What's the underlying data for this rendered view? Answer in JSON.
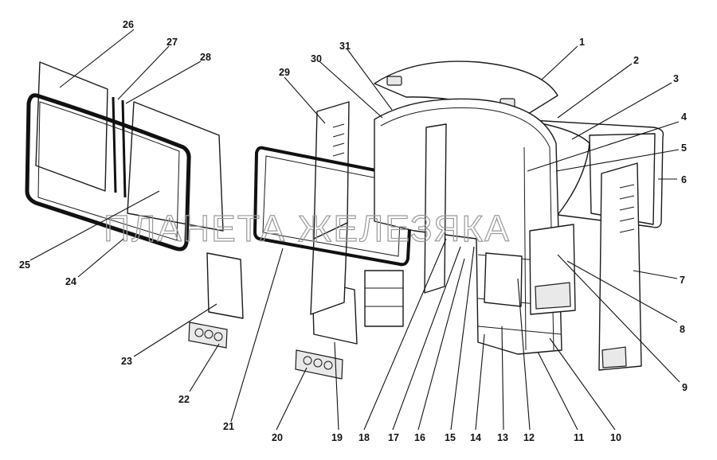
{
  "watermark": "ПЛАНЕТА ЖЕЛЕЗЯКА",
  "callouts": [
    "1",
    "2",
    "3",
    "4",
    "5",
    "6",
    "7",
    "8",
    "9",
    "10",
    "11",
    "12",
    "13",
    "14",
    "15",
    "16",
    "17",
    "18",
    "19",
    "20",
    "21",
    "22",
    "23",
    "24",
    "25",
    "26",
    "27",
    "28",
    "29",
    "30",
    "31"
  ]
}
